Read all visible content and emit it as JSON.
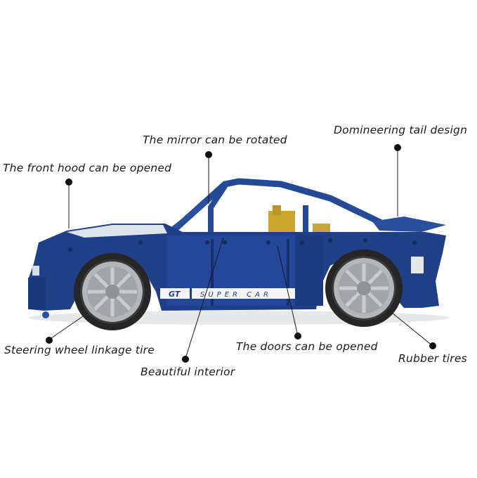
{
  "annotations": {
    "mirror": "The mirror can be rotated",
    "tail": "Domineering tail design",
    "hood": "The front hood can be opened",
    "steering": "Steering wheel linkage tire",
    "doors": "The doors can be opened",
    "rubber": "Rubber tires",
    "interior": "Beautiful interior"
  },
  "car": {
    "badge": "GT",
    "stripe_text": "SUPER CAR",
    "body_color": "#1f3f87",
    "rim_color": "#b4b7ba"
  }
}
